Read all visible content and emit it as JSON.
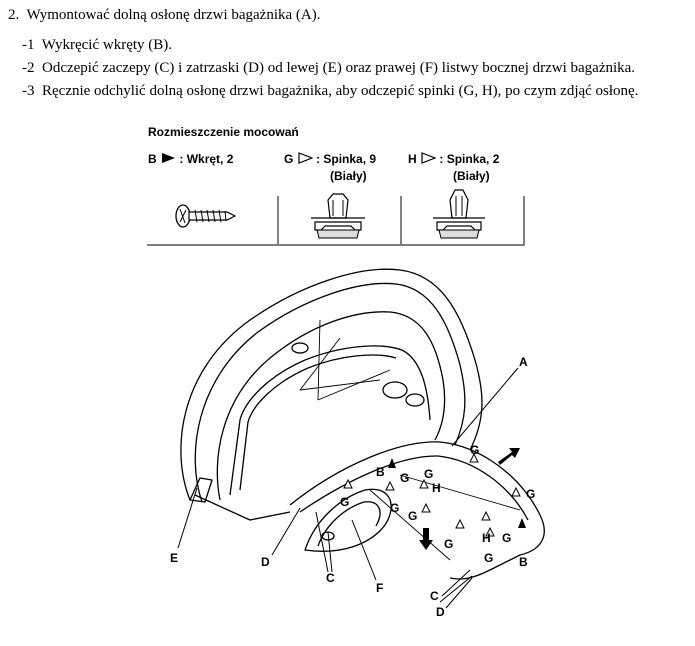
{
  "step": {
    "number": "2.",
    "title": "Wymontować dolną osłonę drzwi bagażnika (A).",
    "substeps": [
      {
        "num": "-1",
        "text": "Wykręcić wkręty (B)."
      },
      {
        "num": "-2",
        "text": "Odczepić zaczepy (C) i zatrzaski (D) od lewej (E) oraz prawej (F) listwy bocznej drzwi bagażnika."
      },
      {
        "num": "-3",
        "text": "Ręcznie odchylić dolną osłonę drzwi bagażnika, aby odczepić spinki (G, H), po czym zdjąć osłonę."
      }
    ]
  },
  "legend": {
    "title": "Rozmieszczenie mocowań",
    "items": [
      {
        "letter": "B",
        "desc": ": Wkręt, 2",
        "sub": ""
      },
      {
        "letter": "G",
        "desc": ": Spinka, 9",
        "sub": "(Biały)"
      },
      {
        "letter": "H",
        "desc": ": Spinka, 2",
        "sub": "(Biały)"
      }
    ]
  },
  "callouts": {
    "A": "A",
    "B": "B",
    "C": "C",
    "D": "D",
    "E": "E",
    "F": "F",
    "G": "G",
    "H": "H"
  }
}
